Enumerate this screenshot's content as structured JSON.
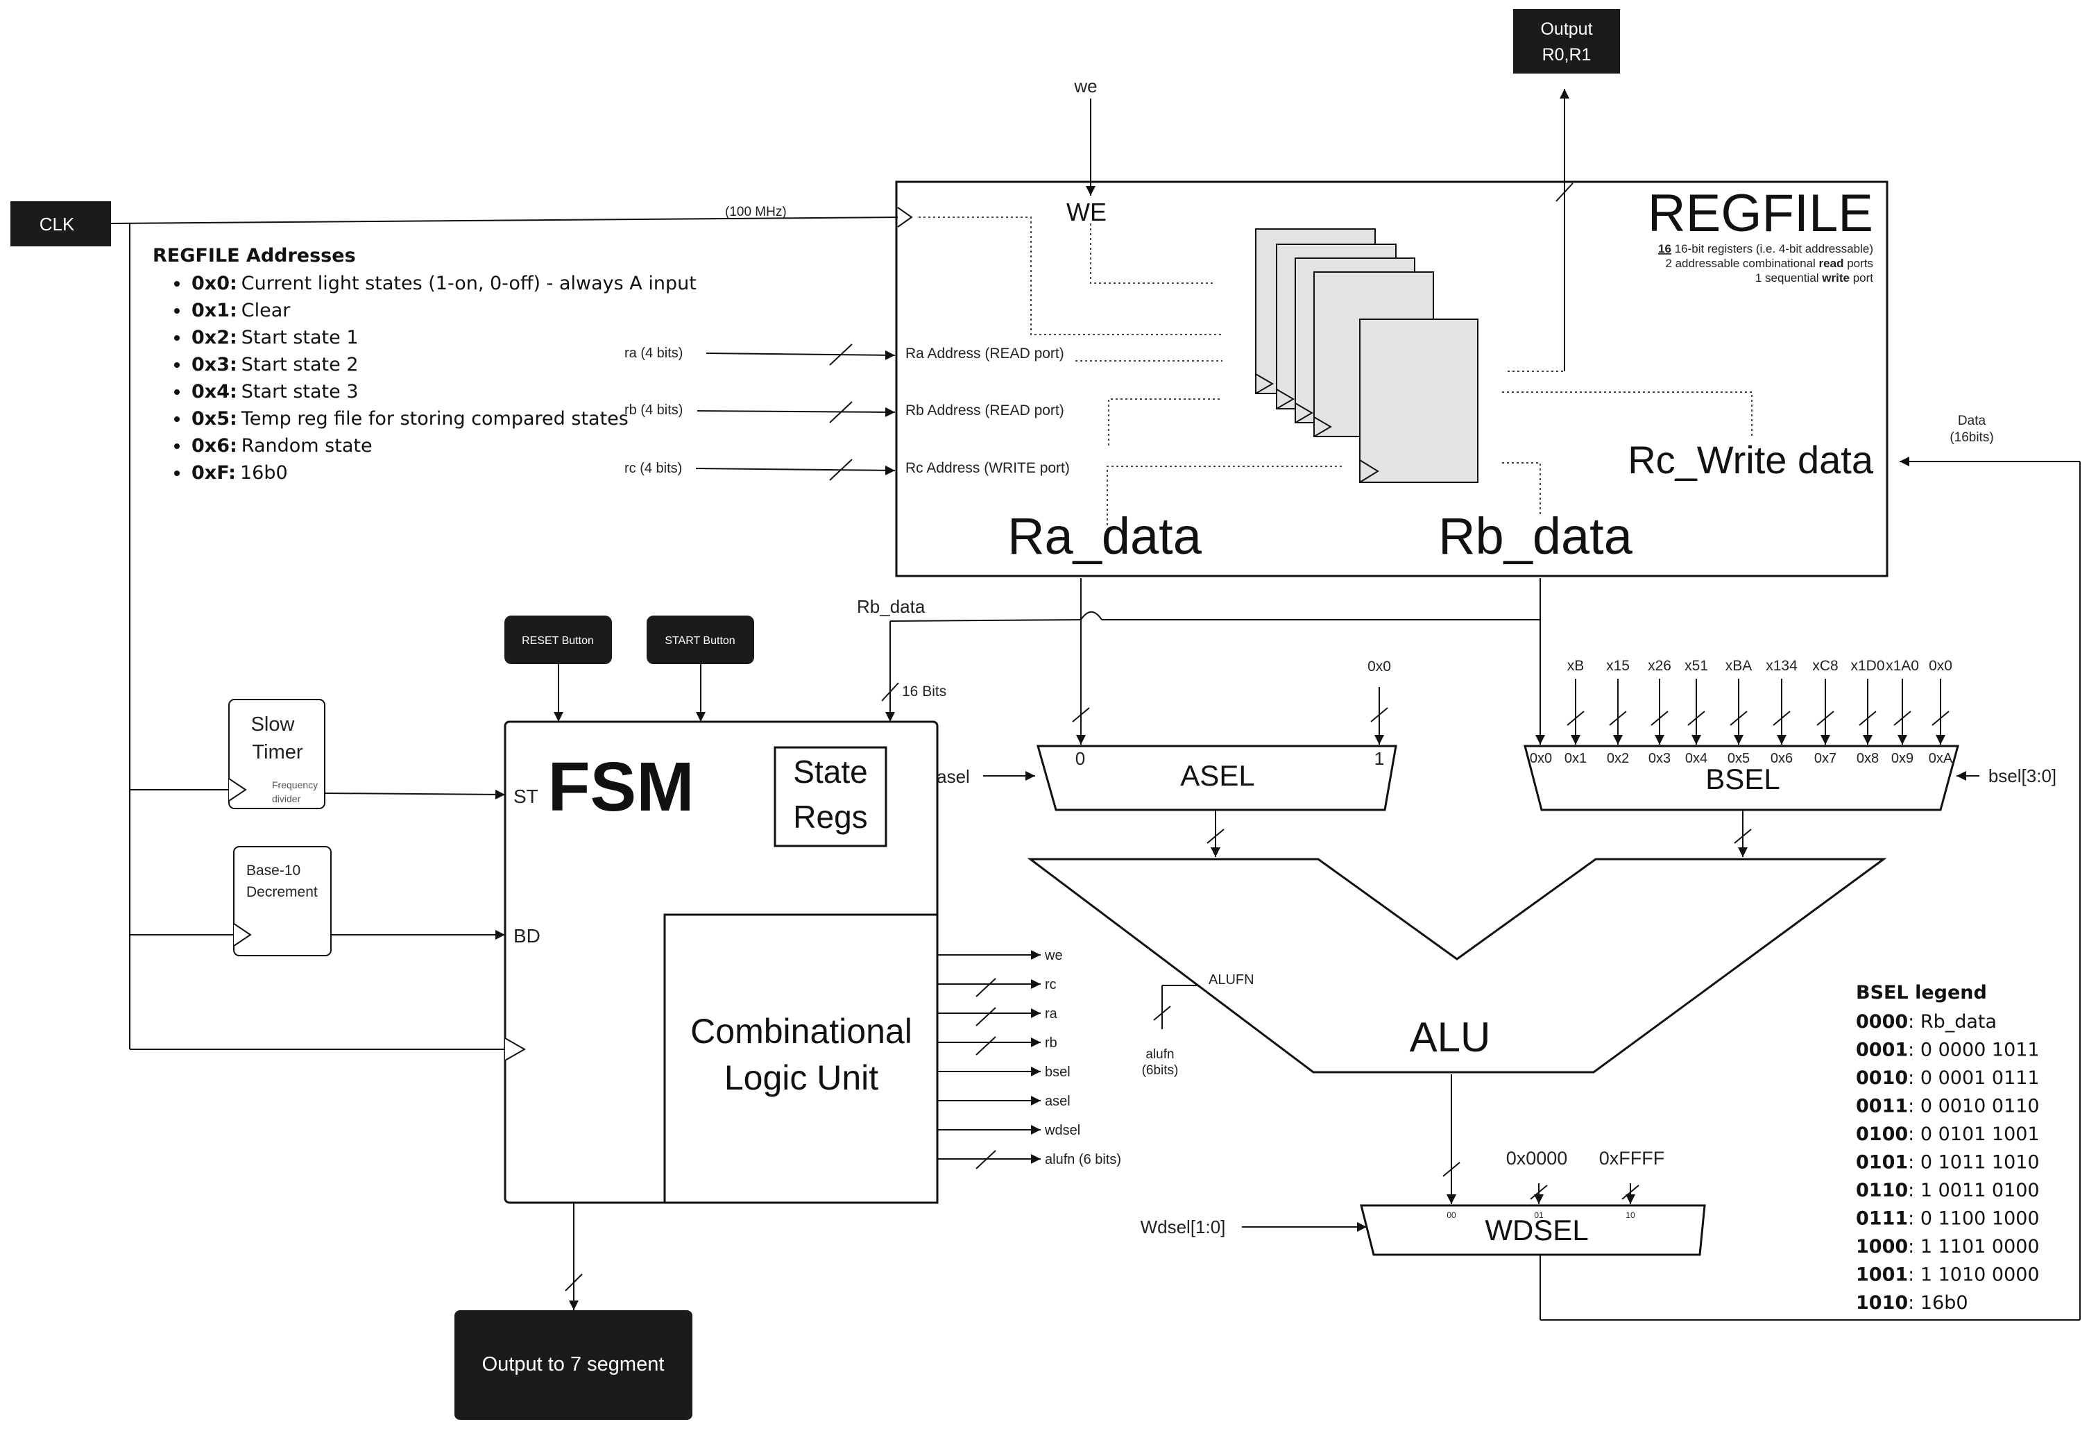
{
  "clk": {
    "label": "CLK",
    "freq": "(100 MHz)"
  },
  "top_output": {
    "line1": "Output",
    "line2": "R0,R1"
  },
  "we_top": "we",
  "regfile": {
    "title": "REGFILE",
    "sub1_num": "16",
    "sub1_rest": " 16-bit registers (i.e. 4-bit addressable)",
    "sub2_pre": "2 addressable combinational ",
    "sub2_bold": "read",
    "sub2_post": " ports",
    "sub3_pre": "1 sequential ",
    "sub3_bold": "write",
    "sub3_post": " port",
    "we": "WE",
    "ra_port": "Ra Address (READ port)",
    "rb_port": "Rb Address (READ port)",
    "rc_port": "Rc Address (WRITE port)",
    "ra_data": "Ra_data",
    "rb_data": "Rb_data",
    "rc_write": "Rc_Write data"
  },
  "inputs": {
    "ra": "ra (4 bits)",
    "rb": "rb (4 bits)",
    "rc": "rc (4 bits)"
  },
  "data_in": {
    "line1": "Data",
    "line2": "(16bits)"
  },
  "addresses": {
    "title": "REGFILE Addresses",
    "items": [
      {
        "code": "0x0:",
        "desc": "Current light states (1-on, 0-off) - always A input"
      },
      {
        "code": "0x1:",
        "desc": "Clear"
      },
      {
        "code": "0x2:",
        "desc": "Start state 1"
      },
      {
        "code": "0x3:",
        "desc": "Start state 2"
      },
      {
        "code": "0x4:",
        "desc": "Start state 3"
      },
      {
        "code": "0x5:",
        "desc": "Temp reg file for storing compared states"
      },
      {
        "code": "0x6:",
        "desc": "Random state"
      },
      {
        "code": "0xF:",
        "desc": "16b0"
      }
    ]
  },
  "buttons": {
    "reset": "RESET Button",
    "start": "START Button"
  },
  "rb_data_wire": "Rb_data",
  "bits16": "16 Bits",
  "slow_timer": {
    "line1": "Slow",
    "line2": "Timer",
    "freq1": "Frequency",
    "freq2": "divider"
  },
  "decrement": {
    "line1": "Base-10",
    "line2": "Decrement"
  },
  "fsm": {
    "title": "FSM",
    "state1": "State",
    "state2": "Regs",
    "st": "ST",
    "bd": "BD",
    "clu1": "Combinational",
    "clu2": "Logic Unit"
  },
  "fsm_outputs": [
    "we",
    "rc",
    "ra",
    "rb",
    "bsel",
    "asel",
    "wdsel",
    "alufn (6 bits)"
  ],
  "seg_output": "Output to 7 segment",
  "asel": {
    "label": "ASEL",
    "in0": "0",
    "in1": "1",
    "const": "0x0",
    "sel": "asel"
  },
  "bsel": {
    "label": "BSEL",
    "sel": "bsel[3:0]",
    "consts": [
      "xB",
      "x15",
      "x26",
      "x51",
      "xBA",
      "x134",
      "xC8",
      "x1D0",
      "x1A0",
      "0x0"
    ],
    "inputs": [
      "0x0",
      "0x1",
      "0x2",
      "0x3",
      "0x4",
      "0x5",
      "0x6",
      "0x7",
      "0x8",
      "0x9",
      "0xA"
    ]
  },
  "alu": {
    "label": "ALU",
    "alufn": "ALUFN",
    "alufn_in1": "alufn",
    "alufn_in2": "(6bits)"
  },
  "wdsel": {
    "label": "WDSEL",
    "sel": "Wdsel[1:0]",
    "c1": "0x0000",
    "c2": "0xFFFF",
    "in00": "00",
    "in01": "01",
    "in10": "10"
  },
  "legend": {
    "title": "BSEL legend",
    "rows": [
      {
        "code": "0000",
        "sep": ": ",
        "val": "Rb_data"
      },
      {
        "code": "0001",
        "sep": ": ",
        "val": "0 0000 1011"
      },
      {
        "code": "0010",
        "sep": ": ",
        "val": "0 0001 0111"
      },
      {
        "code": "0011",
        "sep": ": ",
        "val": "0 0010 0110"
      },
      {
        "code": "0100",
        "sep": ": ",
        "val": "0 0101 1001"
      },
      {
        "code": "0101",
        "sep": ": ",
        "val": "0 1011 1010"
      },
      {
        "code": "0110",
        "sep": ": ",
        "val": "1 0011 0100"
      },
      {
        "code": "0111",
        "sep": ": ",
        "val": "0 1100 1000"
      },
      {
        "code": "1000",
        "sep": ": ",
        "val": "1 1101 0000"
      },
      {
        "code": "1001",
        "sep": ": ",
        "val": "1 1010 0000"
      },
      {
        "code": "1010",
        "sep": ": ",
        "val": "16b0"
      }
    ]
  }
}
